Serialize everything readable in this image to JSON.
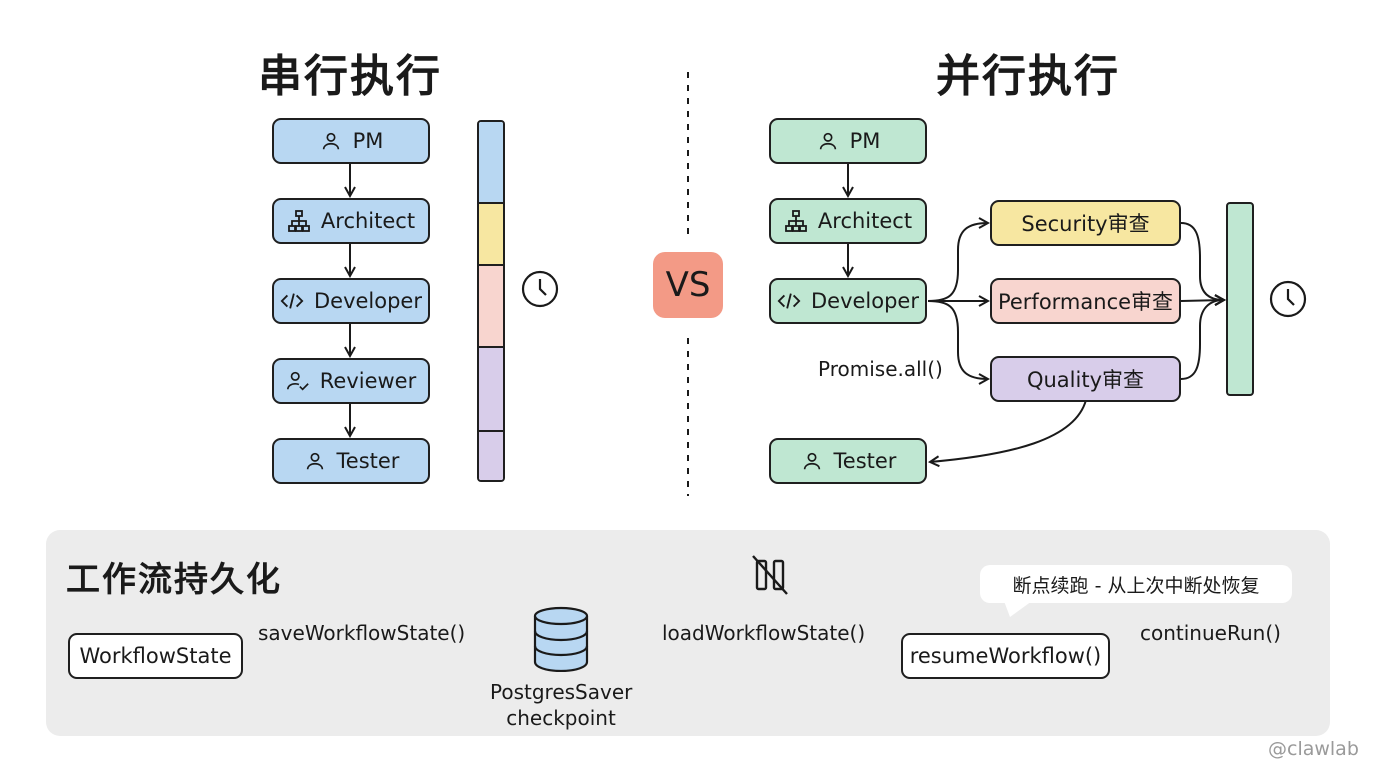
{
  "titles": {
    "serial": "串行执行",
    "parallel": "并行执行",
    "vs": "VS",
    "persistence": "工作流持久化"
  },
  "serial": {
    "nodes": [
      {
        "label": "PM",
        "icon": "user-icon"
      },
      {
        "label": "Architect",
        "icon": "hierarchy-icon"
      },
      {
        "label": "Developer",
        "icon": "code-icon"
      },
      {
        "label": "Reviewer",
        "icon": "user-check-icon"
      },
      {
        "label": "Tester",
        "icon": "user-icon"
      }
    ],
    "timeline_colors": [
      "#b8d7f2",
      "#f7e7a1",
      "#f8d5cf",
      "#d8cdea",
      "#d8cdea"
    ]
  },
  "parallel": {
    "nodes": [
      {
        "label": "PM",
        "icon": "user-icon"
      },
      {
        "label": "Architect",
        "icon": "hierarchy-icon"
      },
      {
        "label": "Developer",
        "icon": "code-icon"
      },
      {
        "label": "Tester",
        "icon": "user-icon"
      }
    ],
    "reviews": [
      {
        "label": "Security审查",
        "color": "#f7e7a1"
      },
      {
        "label": "Performance审查",
        "color": "#f8d5cf"
      },
      {
        "label": "Quality审查",
        "color": "#d8cdea"
      }
    ],
    "promise_label": "Promise.all()",
    "timeline_color": "#bfe7d2"
  },
  "persistence": {
    "state_node": "WorkflowState",
    "save_call": "saveWorkflowState()",
    "db_label_1": "PostgresSaver",
    "db_label_2": "checkpoint",
    "load_call": "loadWorkflowState()",
    "resume_node": "resumeWorkflow()",
    "continue_call": "continueRun()",
    "bubble_text": "断点续跑 - 从上次中断处恢复",
    "pause_icon": "pause-slash-icon",
    "db_icon": "database-icon"
  },
  "watermark": "@clawlab",
  "colors": {
    "blue": "#b8d7f2",
    "green": "#bfe7d2",
    "yellow": "#f7e7a1",
    "pink": "#f8d5cf",
    "purple": "#d8cdea",
    "vs": "#f39a86",
    "panel": "#ececec"
  }
}
